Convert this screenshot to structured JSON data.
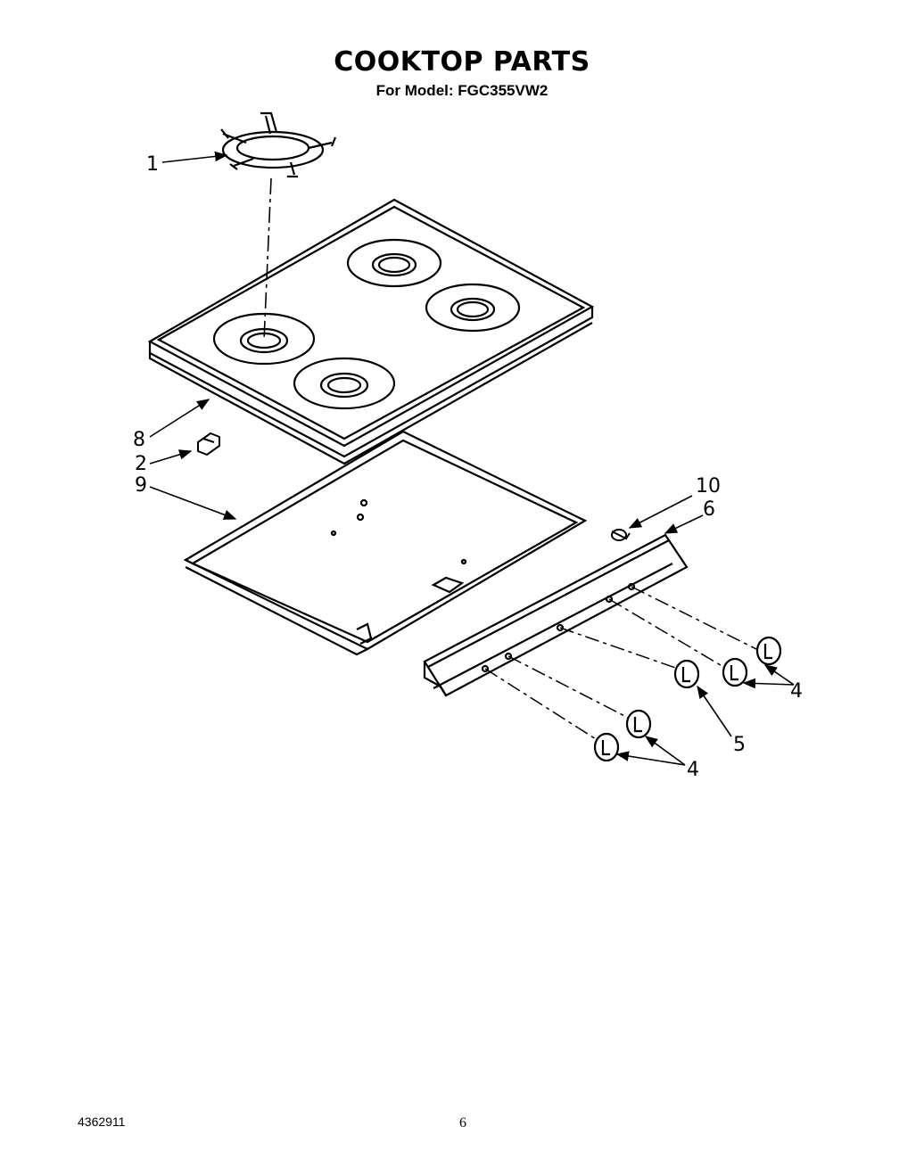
{
  "header": {
    "title": "COOKTOP PARTS",
    "subtitle": "For Model: FGC355VW2"
  },
  "callouts": {
    "c1": "1",
    "c8": "8",
    "c2": "2",
    "c9": "9",
    "c10": "10",
    "c6": "6",
    "c4_right": "4",
    "c5": "5",
    "c4_bottom": "4"
  },
  "footer": {
    "doc_number": "4362911",
    "page_number": "6"
  }
}
